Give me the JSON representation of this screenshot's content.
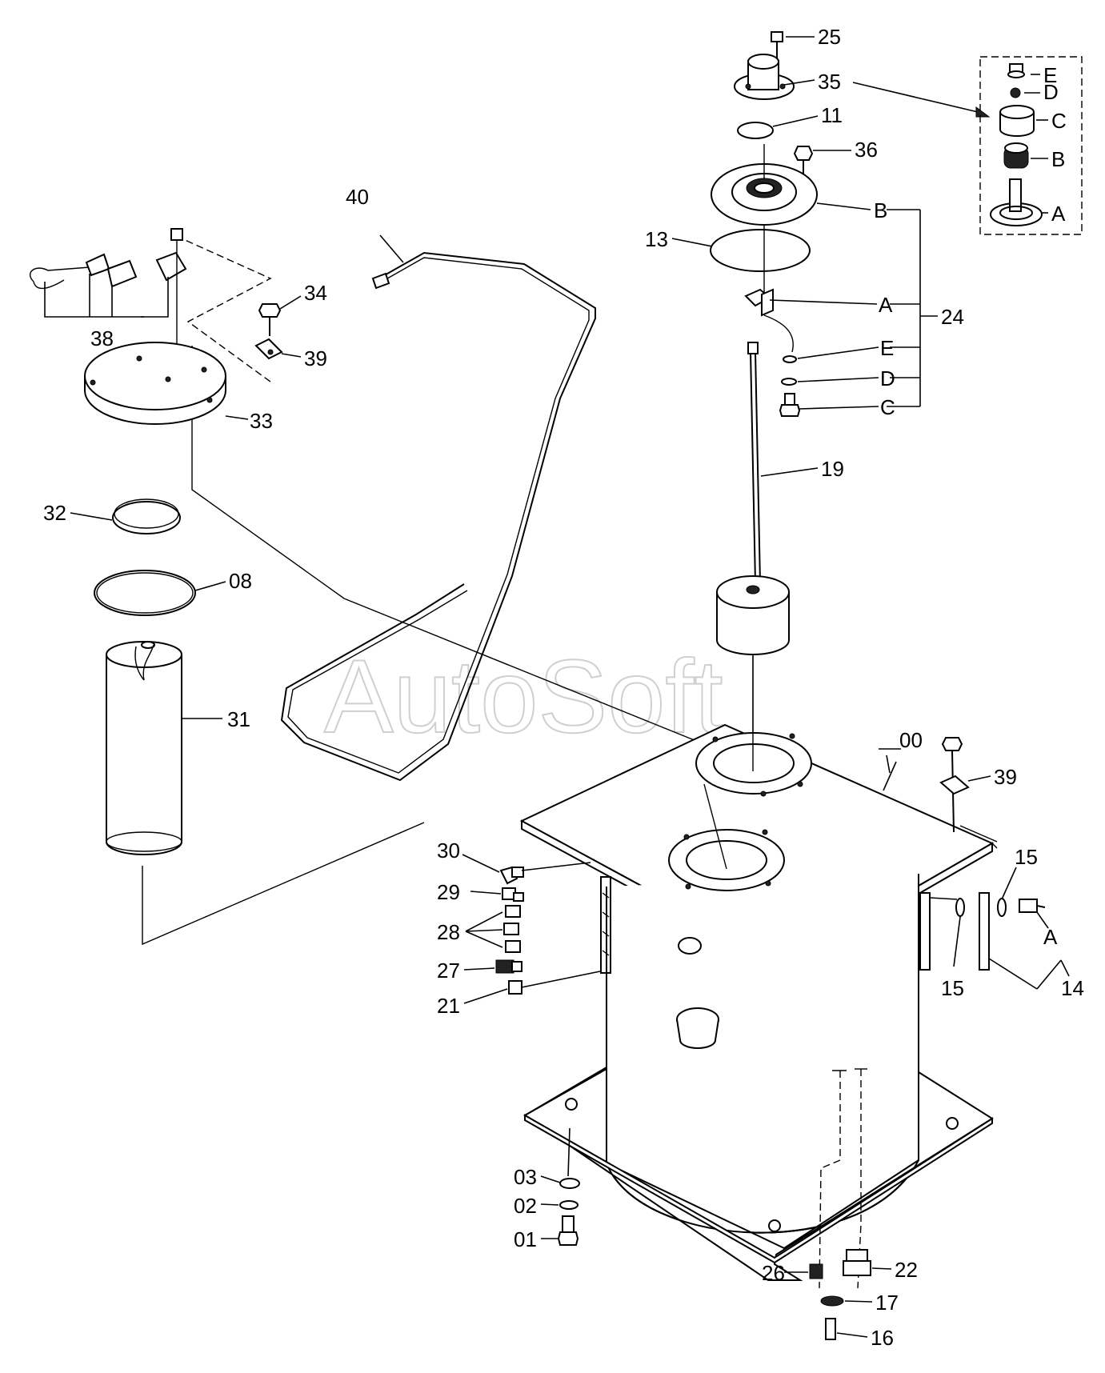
{
  "watermark": "AutoSoft",
  "labels": {
    "p25": "25",
    "p35": "35",
    "p11": "11",
    "p36": "36",
    "pB": "B",
    "p13": "13",
    "pA": "A",
    "p24": "24",
    "pE": "E",
    "pD": "D",
    "pC": "C",
    "p19": "19",
    "p40": "40",
    "p34": "34",
    "p38": "38",
    "p39a": "39",
    "p33": "33",
    "p32": "32",
    "p08": "08",
    "p31": "31",
    "p00": "00",
    "p39b": "39",
    "p15a": "15",
    "p15b": "15",
    "pA2": "A",
    "p14": "14",
    "p30": "30",
    "p29": "29",
    "p28": "28",
    "p27": "27",
    "p21": "21",
    "p03": "03",
    "p02": "02",
    "p01": "01",
    "p26": "26",
    "p22": "22",
    "p17": "17",
    "p16": "16"
  },
  "inset": {
    "E": "E",
    "D": "D",
    "C": "C",
    "B": "B",
    "A": "A"
  }
}
